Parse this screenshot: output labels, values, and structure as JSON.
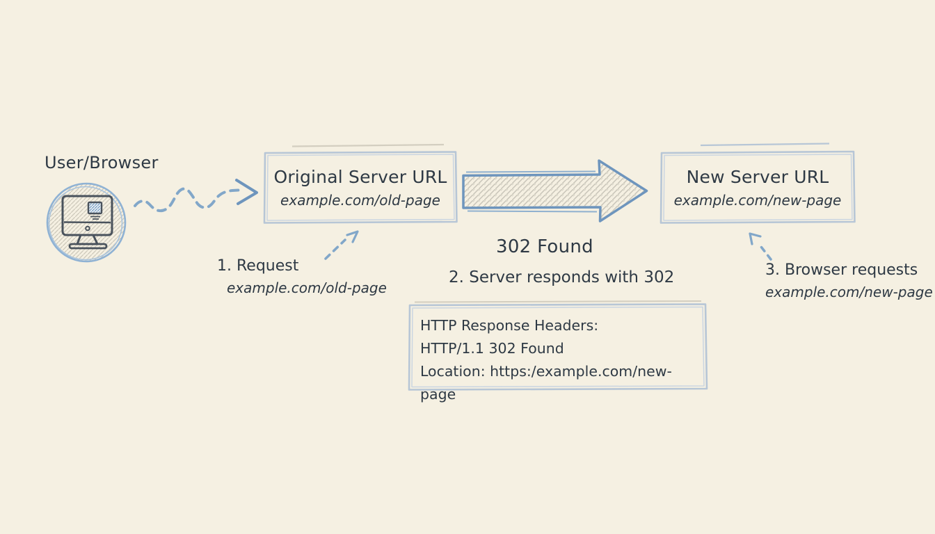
{
  "palette": {
    "background": "#f5f0e2",
    "ink": "#2e3944",
    "sketch_blue": "#7ea3c6",
    "arrow_blue": "#6e95bd",
    "box_border_blue": "#b7c6d6",
    "pencil_gray": "#cdc8ba"
  },
  "actor": {
    "label": "User/Browser",
    "icon": "computer-monitor-icon"
  },
  "original_server": {
    "title": "Original Server URL",
    "url": "example.com/old-page"
  },
  "new_server": {
    "title": "New Server URL",
    "url": "example.com/new-page"
  },
  "redirect": {
    "arrow_label": "302 Found"
  },
  "steps": {
    "step1": {
      "line1": "1. Request",
      "line2": "example.com/old-page"
    },
    "step2": {
      "label": "2. Server responds with 302"
    },
    "step3": {
      "line1": "3. Browser requests",
      "line2": "example.com/new-page"
    }
  },
  "response_headers": {
    "line1": "HTTP Response Headers:",
    "line2": "HTTP/1.1 302 Found",
    "line3": "Location: https:/example.com/new-page"
  }
}
